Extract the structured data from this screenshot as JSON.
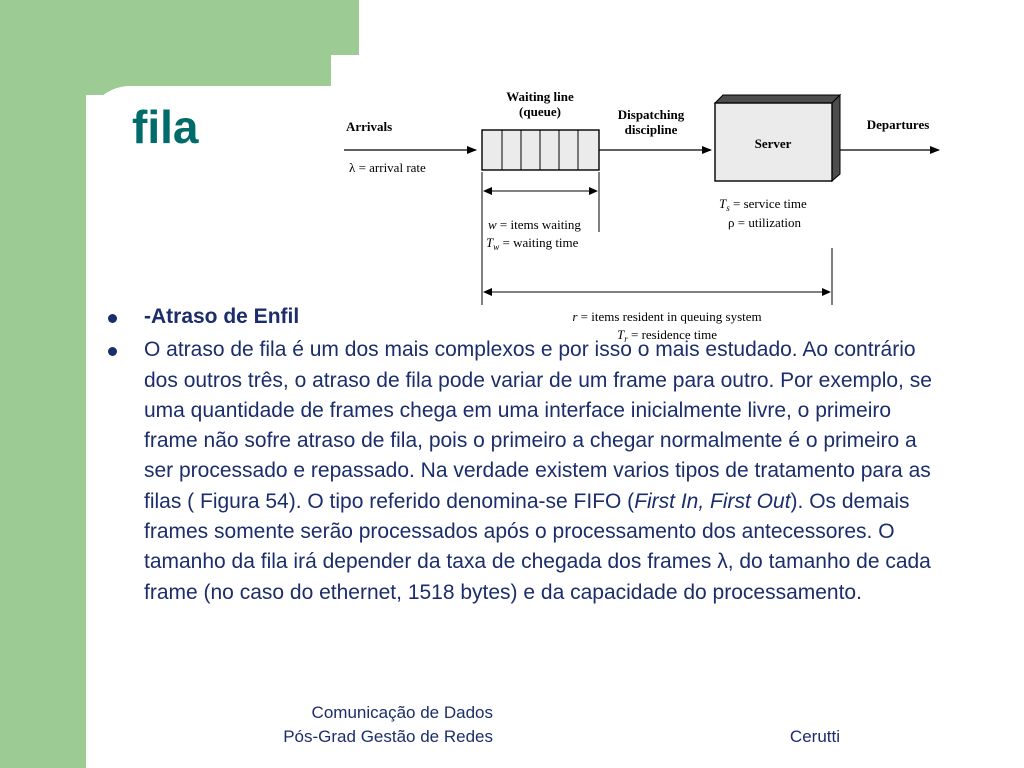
{
  "slide": {
    "title": "fila"
  },
  "diagram": {
    "arrivals": "Arrivals",
    "arrival_rate_symbol": "λ",
    "arrival_rate_text": " = arrival rate",
    "waiting_line": "Waiting line",
    "queue": "(queue)",
    "dispatching": "Dispatching",
    "discipline": "discipline",
    "server": "Server",
    "departures": "Departures",
    "w_var": "w",
    "w_text": " = items waiting",
    "tw_var": "T",
    "tw_sub": "w",
    "tw_text": " = waiting time",
    "ts_var": "T",
    "ts_sub": "s",
    "ts_text": " = service time",
    "rho_symbol": "ρ",
    "rho_text": " = utilization",
    "r_var": "r",
    "r_text": " = items resident in queuing system",
    "tr_var": "T",
    "tr_sub": "r",
    "tr_text": " = residence time"
  },
  "content": {
    "bullet1": "-Atraso de Enfil",
    "bullet2_part1": "O atraso de fila é um dos mais complexos e por isso o mais estudado. Ao contrário dos outros três, o atraso de fila pode variar de um frame para outro. Por exemplo, se uma quantidade de frames chega em uma interface inicialmente livre, o primeiro frame não sofre atraso de fila, pois o primeiro a chegar normalmente é o primeiro a ser processado e repassado. Na verdade existem varios tipos de tratamento para as filas ( Figura 54). O tipo referido denomina-se FIFO (",
    "bullet2_italic": "First In, First Out",
    "bullet2_part2": "). Os demais frames somente serão processados após o processamento dos antecessores. O tamanho da fila irá depender da taxa de chegada dos frames λ, do tamanho de cada frame (no caso do ethernet, 1518 bytes) e da capacidade do processamento."
  },
  "footer": {
    "line1": "Comunicação de Dados",
    "line2": "Pós-Grad Gestão de Redes",
    "author": "Cerutti"
  },
  "colors": {
    "accent_green": "#9dcb94",
    "title_teal": "#006b6b",
    "text_navy": "#1b2d6b"
  }
}
